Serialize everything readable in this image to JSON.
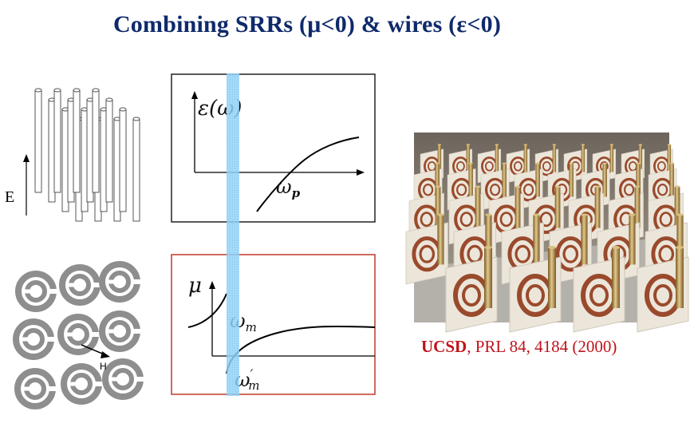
{
  "slide": {
    "title": "Combining SRRs (μ<0) & wires (ε<0)"
  },
  "wires": {
    "field_label": "E"
  },
  "srr": {
    "field_label": "H"
  },
  "epsilon_plot": {
    "y_label": "ε(ω)",
    "crossing_label_main": "ω",
    "crossing_label_sub": "p"
  },
  "mu_plot": {
    "y_label": "μ",
    "resonance_label_main": "ω",
    "resonance_label_sub": "m",
    "magnetic_plasma_label_main": "ω",
    "magnetic_plasma_label_sub": "m",
    "magnetic_plasma_label_prime": "′"
  },
  "photo": {
    "caption_bold": "UCSD",
    "caption_rest": ", PRL 84, 4184 (2000)"
  },
  "colors": {
    "title": "#0f2a6b",
    "caption": "#c0131b",
    "band": "#7fc8f0",
    "mu_frame": "#c0392b",
    "copper": "#9a4a2c",
    "brass": "#b08d4a"
  }
}
